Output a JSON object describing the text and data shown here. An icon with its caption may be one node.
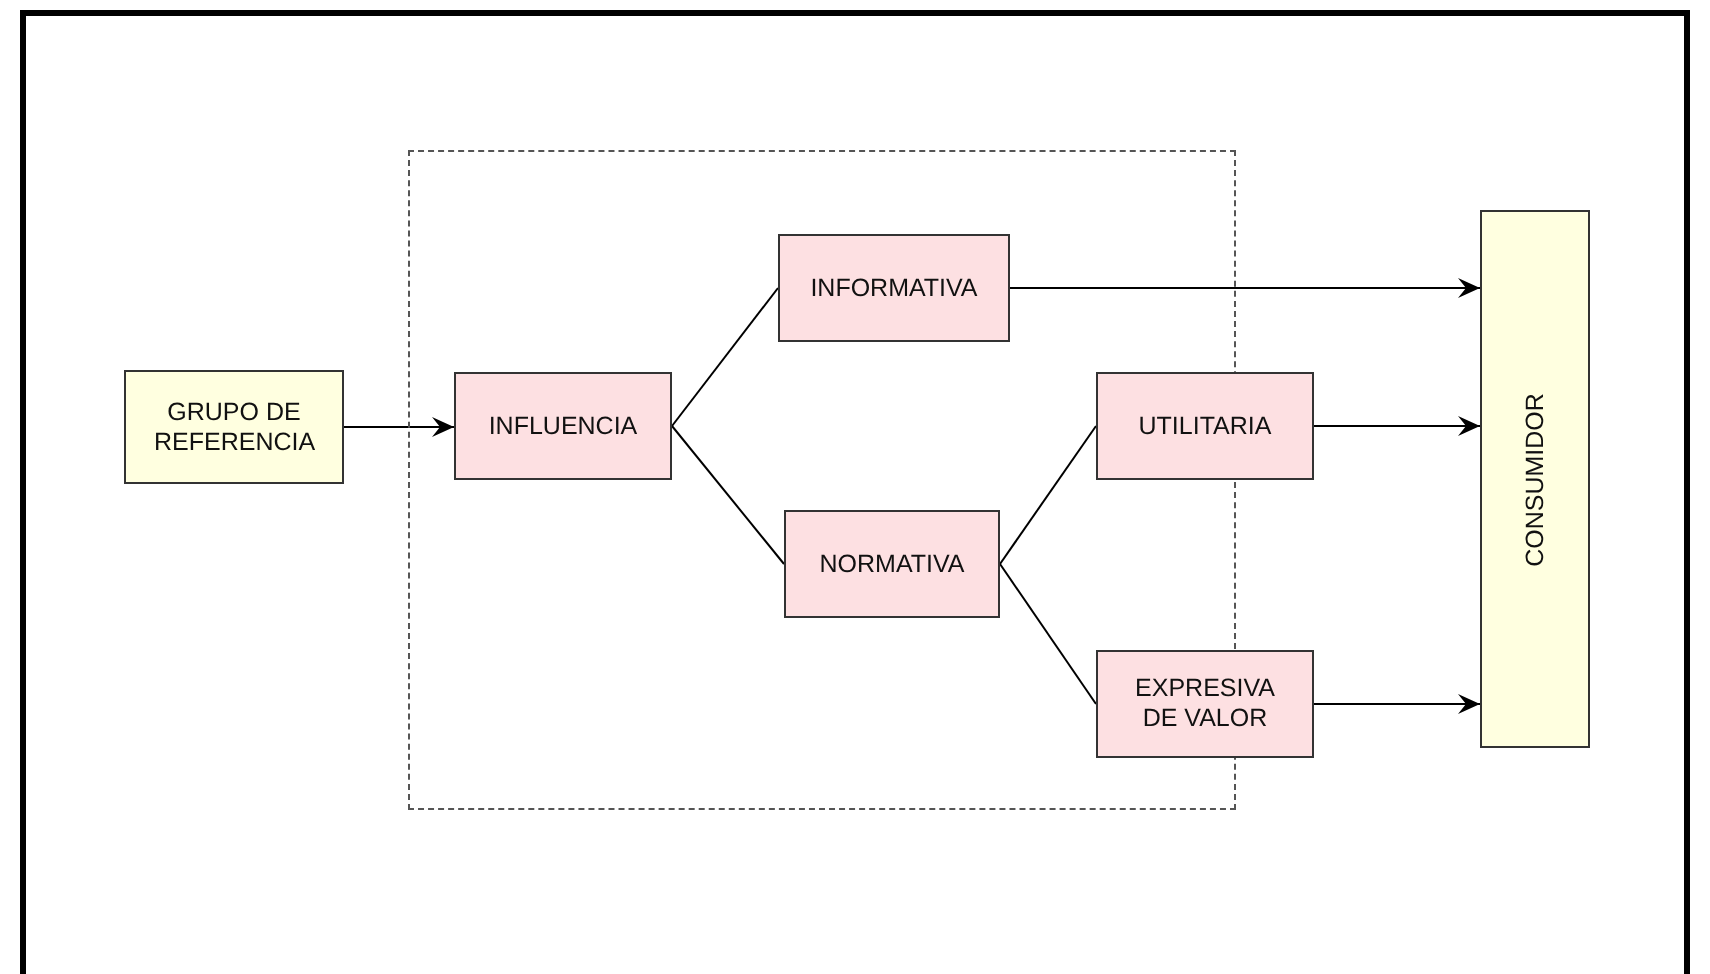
{
  "diagram": {
    "nodes": [
      {
        "text": [],
        "shape": "box"
      },
      {
        "text": [
          "GRUPO DE REFERENCIA"
        ]
      },
      {
        "text": [
          "INFLUENCIA"
        ],
        "in": 0
      },
      {
        "text": [
          "INFORMATIVA"
        ],
        "in": 0
      },
      {
        "text": [
          "NORMATIVA"
        ],
        "in": 0
      },
      {
        "text": [
          "UTILITARIA"
        ],
        "in": 0
      },
      {
        "text": [
          "EXPRESIVA DE VALOR"
        ],
        "in": 0
      },
      {
        "text": [
          "CONSUMIDOR"
        ]
      }
    ],
    "edges": [
      {
        "from": 1,
        "to": 2,
        "arrow": "to"
      },
      {
        "from": 2,
        "to": 3,
        "arrow": "none"
      },
      {
        "from": 2,
        "to": 4,
        "arrow": "none"
      },
      {
        "from": 3,
        "to": 7,
        "arrow": "to"
      },
      {
        "from": 4,
        "to": 5,
        "arrow": "none"
      },
      {
        "from": 4,
        "to": 6,
        "arrow": "none"
      },
      {
        "from": 5,
        "to": 7,
        "arrow": "to"
      },
      {
        "from": 6,
        "to": 7,
        "arrow": "to"
      }
    ]
  }
}
